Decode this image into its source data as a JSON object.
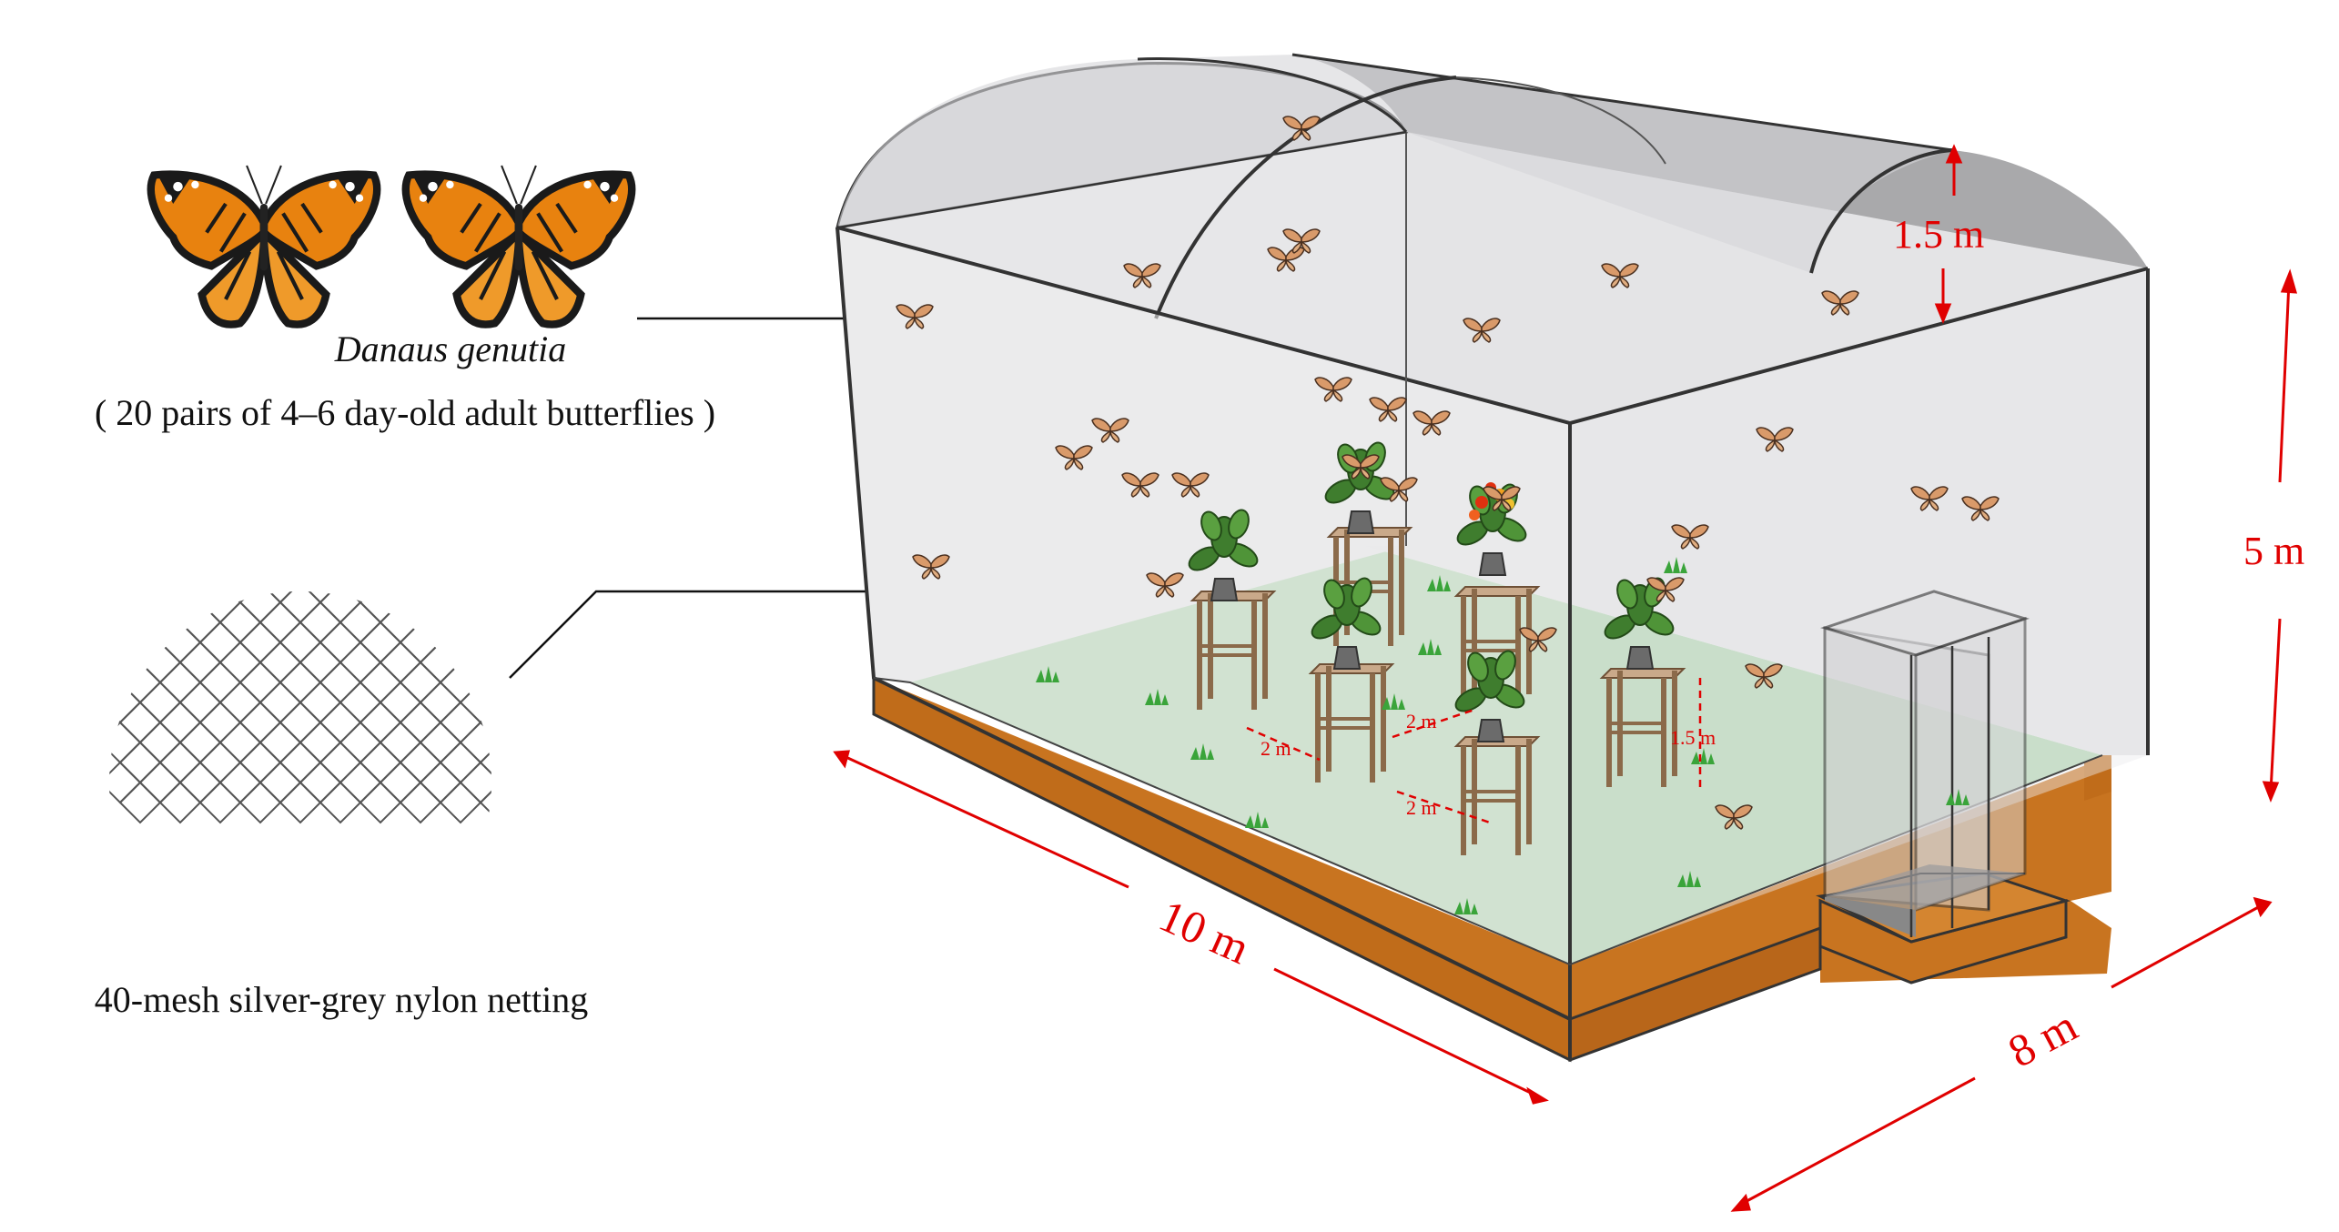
{
  "labels": {
    "species": "Danaus genutia",
    "species_note": "( 20 pairs of 4–6 day-old adult butterflies )",
    "netting": "40-mesh silver-grey nylon netting"
  },
  "dimensions": {
    "length": "10 m",
    "width": "8 m",
    "height": "5 m",
    "arch_height": "1.5 m",
    "stand_height": "1.5 m",
    "spacing_1": "2 m",
    "spacing_2": "2 m",
    "spacing_3": "2 m"
  },
  "colors": {
    "dimension": "#e00000",
    "floor": "#aed3ae",
    "base": "#c87420",
    "net": "#e4e4e6",
    "roof_shadow": "#a9a9ab",
    "butterfly_orange": "#e8820f"
  }
}
